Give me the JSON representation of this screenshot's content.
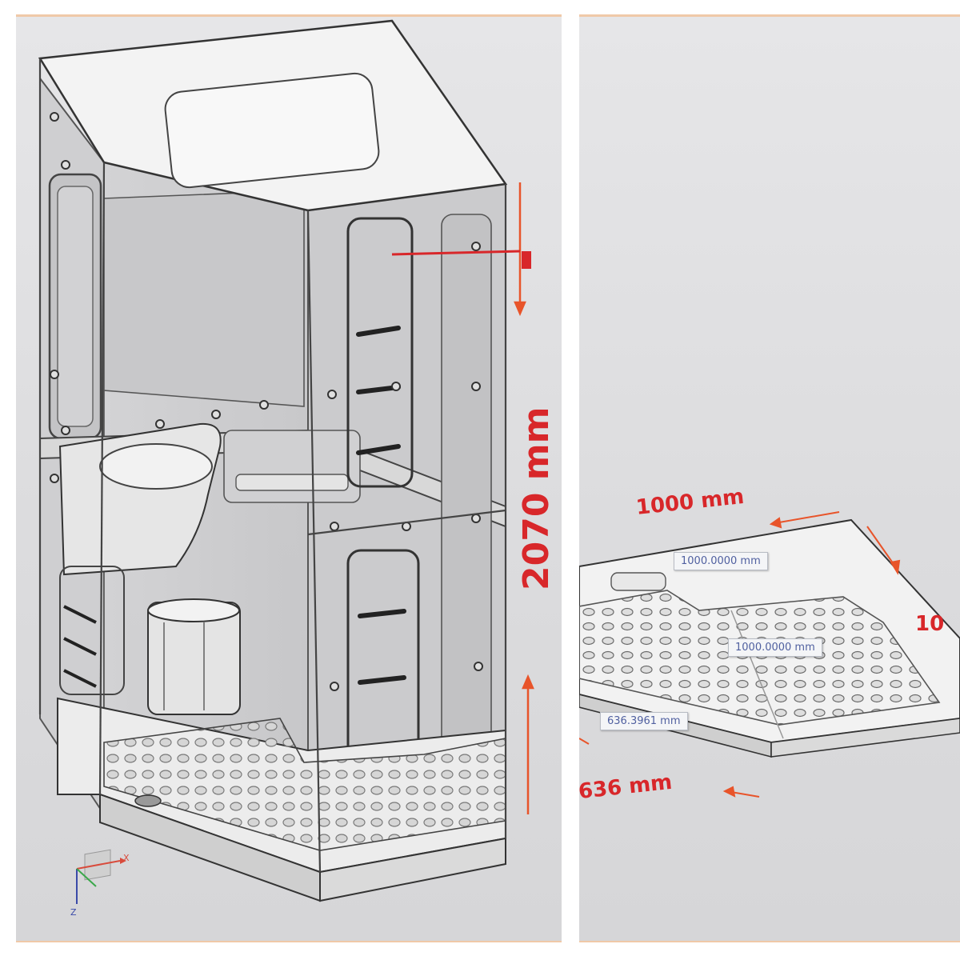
{
  "left_view": {
    "height_dimension": "2070 mm",
    "axis_labels": {
      "x": "X",
      "z": "Z"
    }
  },
  "right_view": {
    "dimensions": {
      "top_edge": "1000 mm",
      "right_edge_partial": "10",
      "front_edge_partial": "636 mm"
    },
    "measurements": [
      "1000.0000 mm",
      "1000.0000 mm",
      "636.3961 mm"
    ]
  },
  "colors": {
    "dimension_red": "#d8272a",
    "arrow_orange": "#e8542a",
    "measure_text": "#5060a0",
    "background": "#dcdcde"
  }
}
